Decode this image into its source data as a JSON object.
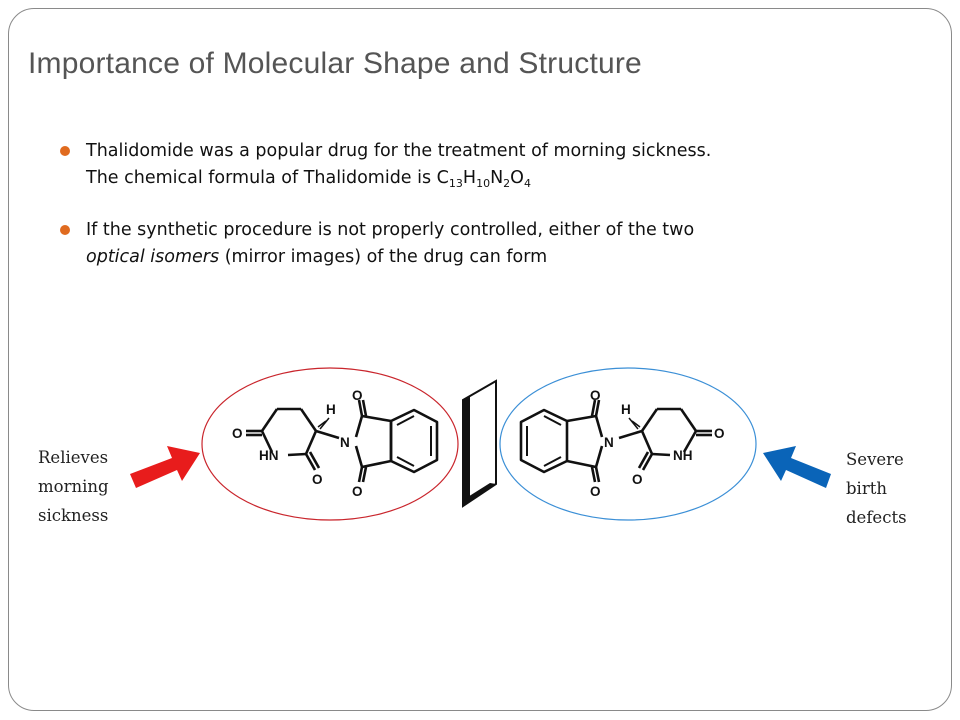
{
  "slide": {
    "title": "Importance of Molecular Shape and Structure",
    "bullets": {
      "b1_line1": "Thalidomide was a popular drug for the treatment of morning sickness.",
      "b1_line2": "The chemical formula of Thalidomide is C",
      "formula": {
        "c": "13",
        "h_sym": "H",
        "h": "10",
        "n_sym": "N",
        "n": "2",
        "o_sym": "O",
        "o": "4"
      },
      "b2_line1": "If the synthetic procedure is not properly controlled, either of the two",
      "b2_italic": "optical isomers",
      "b2_line2_rest": " (mirror images) of the drug can form"
    },
    "left_label": [
      "Relieves",
      "morning",
      "sickness"
    ],
    "right_label": [
      "Severe",
      "birth",
      "defects"
    ],
    "atoms": {
      "o": "O",
      "n": "N",
      "h": "H",
      "nh": "NH",
      "hn": "HN"
    }
  },
  "colors": {
    "bullet": "#e06b1f",
    "left_arrow": "#e81c1c",
    "right_arrow": "#0a64b8",
    "left_ellipse": "#c9252c",
    "right_ellipse": "#3b8fd6",
    "title": "#555555"
  },
  "icons": {
    "left_arrow": "right-arrow-icon",
    "right_arrow": "left-arrow-icon",
    "mirror": "mirror-plane-icon"
  }
}
